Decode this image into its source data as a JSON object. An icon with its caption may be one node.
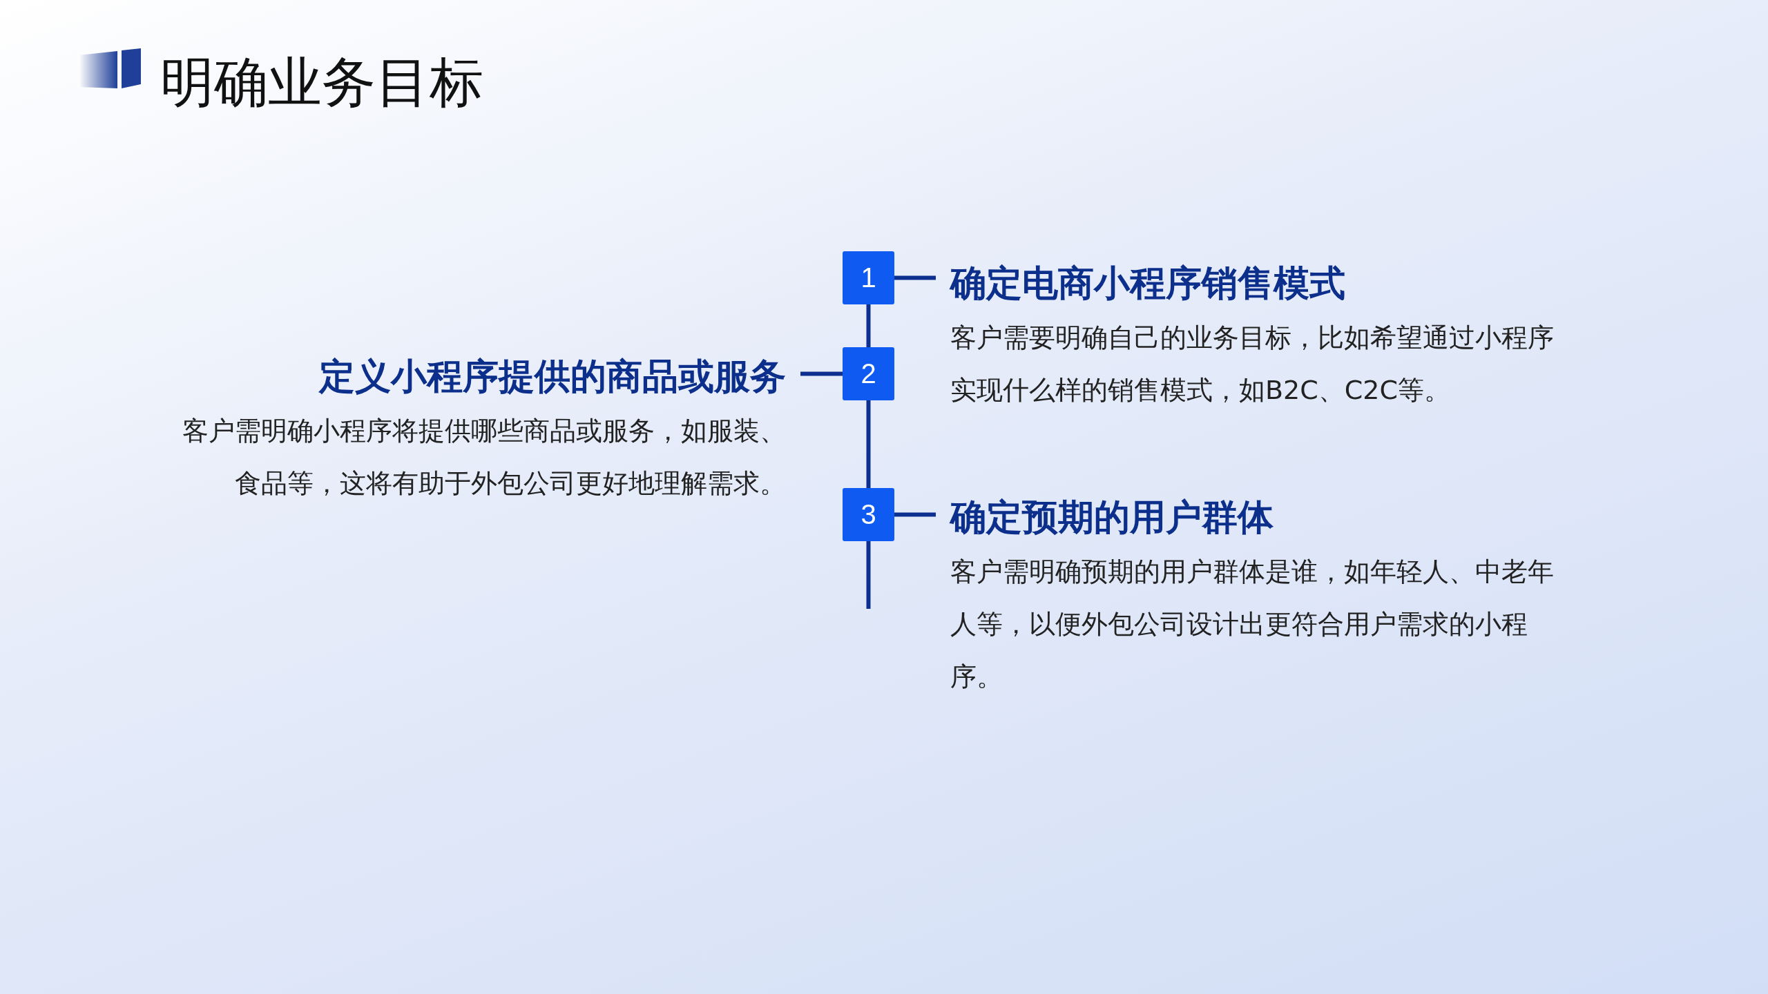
{
  "diagram": {
    "title": "明确业务目标",
    "nodes": [
      {
        "text": [
          "1"
        ]
      },
      {
        "text": [
          "确定电商小程序销售模式",
          "客户需要明确自己的业务目标，比如希望通过小程序实现什么样的销售模式，如B2C、C2C等。"
        ]
      },
      {
        "text": [
          "2"
        ]
      },
      {
        "text": [
          "定义小程序提供的商品或服务",
          "客户需明确小程序将提供哪些商品或服务，如服装、食品等，这将有助于外包公司更好地理解需求。"
        ]
      },
      {
        "text": [
          "3"
        ]
      },
      {
        "text": [
          "确定预期的用户群体",
          "客户需明确预期的用户群体是谁，如年轻人、中老年人等，以便外包公司设计出更符合用户需求的小程序。"
        ]
      }
    ],
    "edges": [
      {
        "from": 0,
        "to": 1,
        "arrow": "none"
      },
      {
        "from": 2,
        "to": 3,
        "arrow": "none"
      },
      {
        "from": 4,
        "to": 5,
        "arrow": "none"
      },
      {
        "from": 0,
        "to": 2,
        "arrow": "none"
      },
      {
        "from": 2,
        "to": 4,
        "arrow": "none"
      },
      {
        "from": 4,
        "to": null,
        "arrow": "none"
      }
    ]
  }
}
